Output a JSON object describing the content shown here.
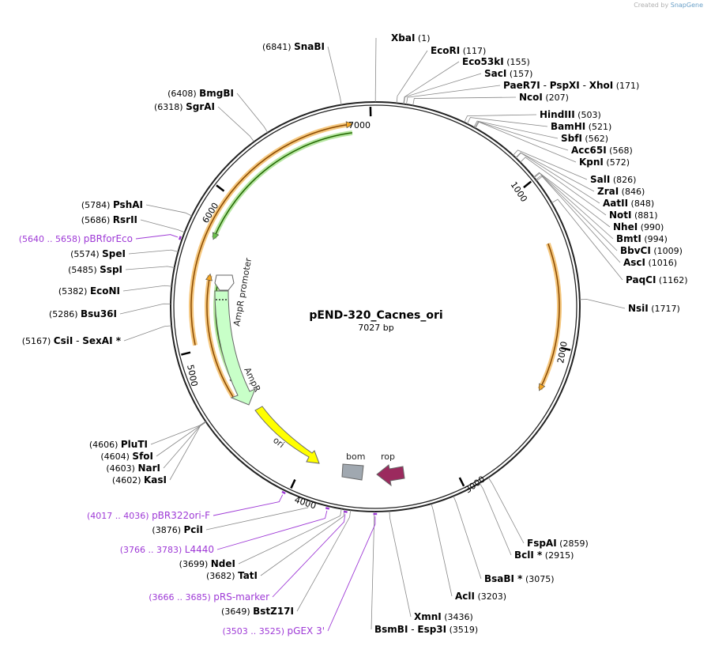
{
  "credit": {
    "prefix": "Created by",
    "brand": "SnapGene"
  },
  "plasmid": {
    "name": "pEND-320_Cacnes_ori",
    "length_label": "7027 bp"
  },
  "colors": {
    "enzyme": "#000000",
    "primer": "#9e39d6",
    "leader": "#888888",
    "feature_text": "#222222"
  },
  "ticks": [
    "7000",
    "1000",
    "2000",
    "3000",
    "4000",
    "5000",
    "6000"
  ],
  "features": [
    {
      "label": "AmpR promoter",
      "color": "#e6e6e6"
    },
    {
      "label": "AmpR",
      "color": "#c8ffc8"
    },
    {
      "label": "ori",
      "color": "#ffff00"
    },
    {
      "label": "bom",
      "color": "#a0a8b0"
    },
    {
      "label": "rop",
      "color": "#9b2a5e"
    }
  ],
  "enzymes": [
    {
      "name": "XbaI",
      "pos": "(1)"
    },
    {
      "name": "EcoRI",
      "pos": "(117)"
    },
    {
      "name": "Eco53kI",
      "pos": "(155)"
    },
    {
      "name": "SacI",
      "pos": "(157)"
    },
    {
      "name": "PaeR7I",
      "name2": "PspXI",
      "name3": "XhoI",
      "pos": "(171)"
    },
    {
      "name": "NcoI",
      "pos": "(207)"
    },
    {
      "name": "HindIII",
      "pos": "(503)"
    },
    {
      "name": "BamHI",
      "pos": "(521)"
    },
    {
      "name": "SbfI",
      "pos": "(562)"
    },
    {
      "name": "Acc65I",
      "pos": "(568)"
    },
    {
      "name": "KpnI",
      "pos": "(572)"
    },
    {
      "name": "SalI",
      "pos": "(826)"
    },
    {
      "name": "ZraI",
      "pos": "(846)"
    },
    {
      "name": "AatII",
      "pos": "(848)"
    },
    {
      "name": "NotI",
      "pos": "(881)"
    },
    {
      "name": "NheI",
      "pos": "(990)"
    },
    {
      "name": "BmtI",
      "pos": "(994)"
    },
    {
      "name": "BbvCI",
      "pos": "(1009)"
    },
    {
      "name": "AscI",
      "pos": "(1016)"
    },
    {
      "name": "PaqCI",
      "pos": "(1162)"
    },
    {
      "name": "NsiI",
      "pos": "(1717)"
    },
    {
      "name": "FspAI",
      "pos": "(2859)"
    },
    {
      "name": "BclI *",
      "pos": "(2915)"
    },
    {
      "name": "BsaBI *",
      "pos": "(3075)"
    },
    {
      "name": "AclI",
      "pos": "(3203)"
    },
    {
      "name": "XmnI",
      "pos": "(3436)"
    },
    {
      "name": "BsmBI",
      "name2": "Esp3I",
      "pos": "(3519)"
    },
    {
      "name": "BstZ17I",
      "pos": "(3649)"
    },
    {
      "name": "TatI",
      "pos": "(3682)"
    },
    {
      "name": "NdeI",
      "pos": "(3699)"
    },
    {
      "name": "PciI",
      "pos": "(3876)"
    },
    {
      "name": "KasI",
      "pos": "(4602)"
    },
    {
      "name": "NarI",
      "pos": "(4603)"
    },
    {
      "name": "SfoI",
      "pos": "(4604)"
    },
    {
      "name": "PluTI",
      "pos": "(4606)"
    },
    {
      "name": "CsiI",
      "name2": "SexAI *",
      "pos": "(5167)"
    },
    {
      "name": "Bsu36I",
      "pos": "(5286)"
    },
    {
      "name": "EcoNI",
      "pos": "(5382)"
    },
    {
      "name": "SspI",
      "pos": "(5485)"
    },
    {
      "name": "SpeI",
      "pos": "(5574)"
    },
    {
      "name": "RsrII",
      "pos": "(5686)"
    },
    {
      "name": "PshAI",
      "pos": "(5784)"
    },
    {
      "name": "SgrAI",
      "pos": "(6318)"
    },
    {
      "name": "BmgBI",
      "pos": "(6408)"
    },
    {
      "name": "SnaBI",
      "pos": "(6841)"
    }
  ],
  "primers": [
    {
      "name": "pBRforEco",
      "range": "(5640 .. 5658)"
    },
    {
      "name": "pBR322ori-F",
      "range": "(4017 .. 4036)"
    },
    {
      "name": "L4440",
      "range": "(3766 .. 3783)"
    },
    {
      "name": "pRS-marker",
      "range": "(3666 .. 3685)"
    },
    {
      "name": "pGEX 3'",
      "range": "(3503 .. 3525)"
    }
  ]
}
